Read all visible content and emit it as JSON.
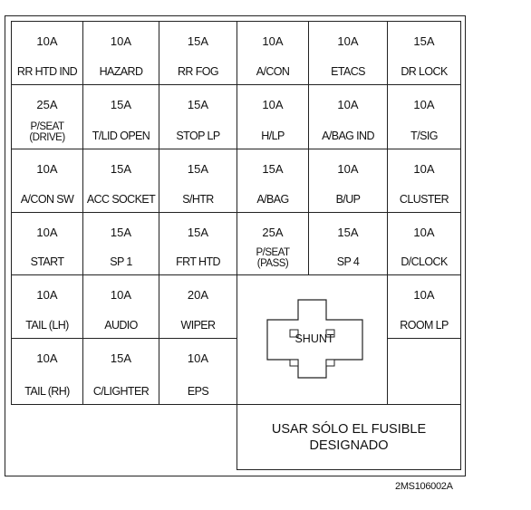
{
  "fuses": [
    {
      "amp": "10A",
      "name": "RR HTD IND"
    },
    {
      "amp": "10A",
      "name": "HAZARD"
    },
    {
      "amp": "15A",
      "name": "RR FOG"
    },
    {
      "amp": "10A",
      "name": "A/CON"
    },
    {
      "amp": "10A",
      "name": "ETACS"
    },
    {
      "amp": "15A",
      "name": "DR LOCK"
    },
    {
      "amp": "25A",
      "name_line1": "P/SEAT",
      "name_line2": "(DRIVE)"
    },
    {
      "amp": "15A",
      "name": "T/LID OPEN"
    },
    {
      "amp": "15A",
      "name": "STOP LP"
    },
    {
      "amp": "10A",
      "name": "H/LP"
    },
    {
      "amp": "10A",
      "name": "A/BAG IND"
    },
    {
      "amp": "10A",
      "name": "T/SIG"
    },
    {
      "amp": "10A",
      "name": "A/CON SW"
    },
    {
      "amp": "15A",
      "name": "ACC SOCKET"
    },
    {
      "amp": "15A",
      "name": "S/HTR"
    },
    {
      "amp": "15A",
      "name": "A/BAG"
    },
    {
      "amp": "10A",
      "name": "B/UP"
    },
    {
      "amp": "10A",
      "name": "CLUSTER"
    },
    {
      "amp": "10A",
      "name": "START"
    },
    {
      "amp": "15A",
      "name": "SP 1"
    },
    {
      "amp": "15A",
      "name": "FRT HTD"
    },
    {
      "amp": "25A",
      "name_line1": "P/SEAT",
      "name_line2": "(PASS)"
    },
    {
      "amp": "15A",
      "name": "SP 4"
    },
    {
      "amp": "10A",
      "name": "D/CLOCK"
    },
    {
      "amp": "10A",
      "name": "TAIL (LH)"
    },
    {
      "amp": "10A",
      "name": "AUDIO"
    },
    {
      "amp": "20A",
      "name": "WIPER"
    },
    {
      "amp": "10A",
      "name": "ROOM LP"
    },
    {
      "amp": "10A",
      "name": "TAIL (RH)"
    },
    {
      "amp": "15A",
      "name": "C/LIGHTER"
    },
    {
      "amp": "10A",
      "name": "EPS"
    }
  ],
  "shunt_label": "SHUNT",
  "notice": {
    "line1": "USAR SÓLO EL FUSIBLE",
    "line2": "DESIGNADO"
  },
  "figure_code": "2MS106002A"
}
